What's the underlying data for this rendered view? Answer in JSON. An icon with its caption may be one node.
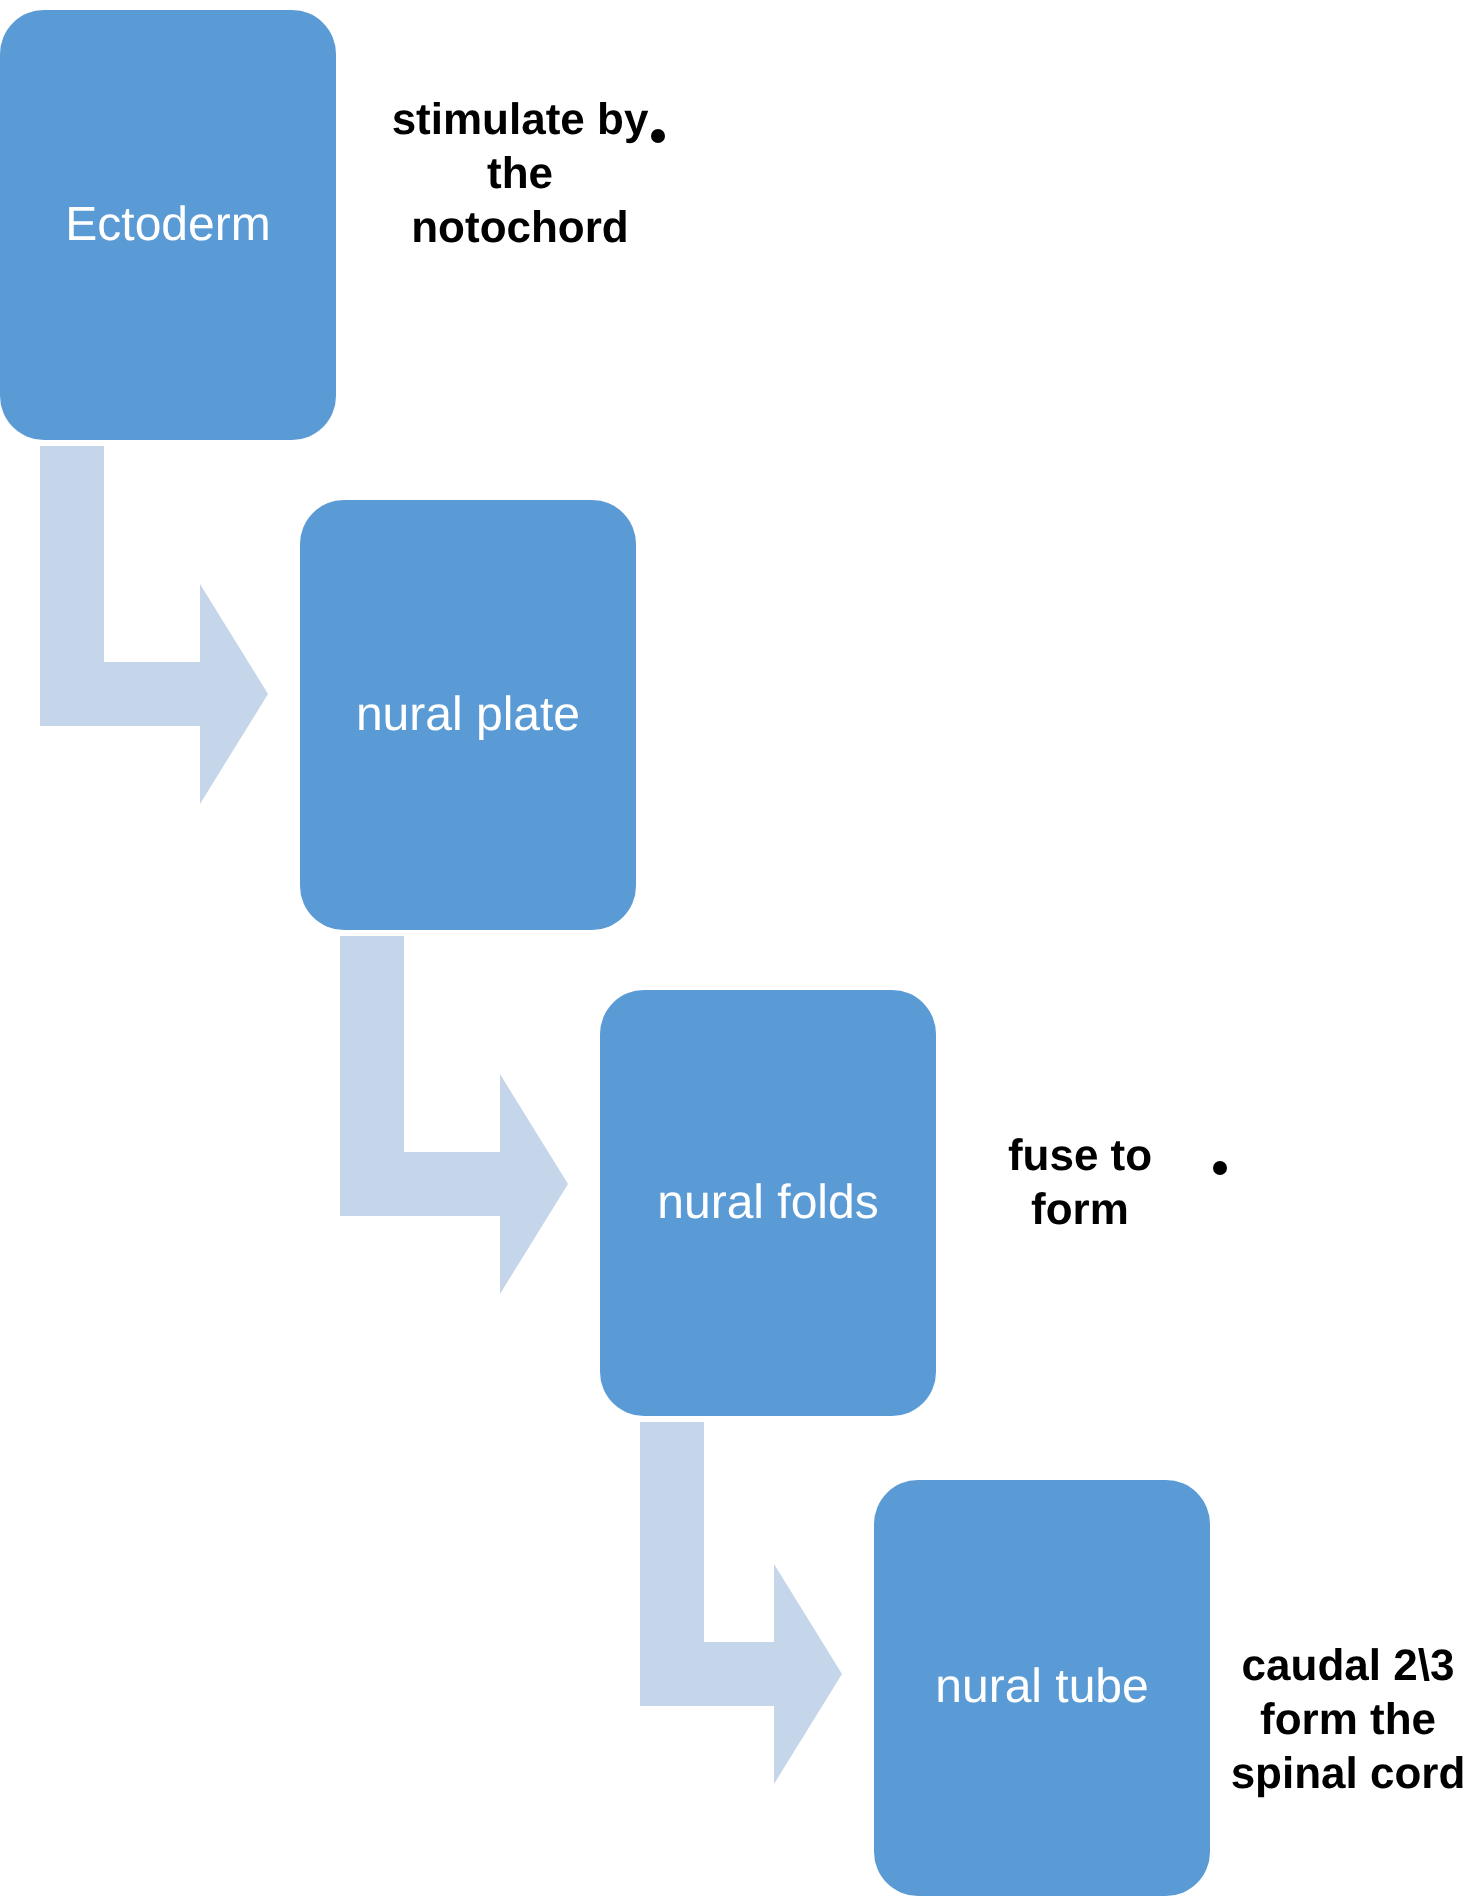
{
  "diagram": {
    "nodes": [
      {
        "text": [
          "Ectoderm"
        ],
        "beside": [
          "stimulate by the notochord"
        ]
      },
      {
        "text": [
          "nural plate"
        ]
      },
      {
        "text": [
          "nural folds"
        ],
        "beside": [
          "fuse to form"
        ]
      },
      {
        "text": [
          "nural tube"
        ],
        "beside": [
          "caudal 2\\3 form the spinal cord"
        ]
      }
    ],
    "edges": [
      {
        "from": 0,
        "to": 1,
        "arrow": "to"
      },
      {
        "from": 1,
        "to": 2,
        "arrow": "to"
      },
      {
        "from": 2,
        "to": 3,
        "arrow": "to"
      }
    ]
  }
}
